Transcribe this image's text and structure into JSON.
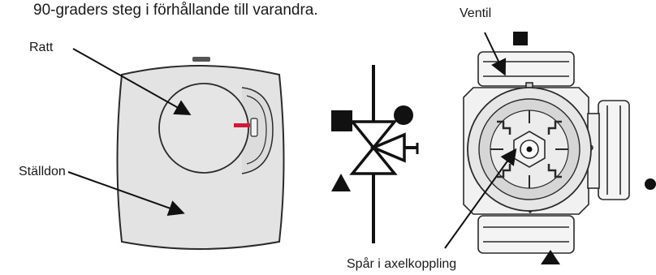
{
  "caption": "90-graders steg i förhållande till varandra.",
  "labels": {
    "ratt": "Ratt",
    "stalldon": "Ställdon",
    "ventil": "Ventil",
    "spar": "Spår i axelkoppling"
  },
  "colors": {
    "indicator": "#d11a3b",
    "body_fill": "#e3e3e3",
    "outline": "#2a2a2a"
  },
  "icons": [
    "square-port-icon",
    "circle-port-icon",
    "triangle-port-icon",
    "three-way-valve-symbol"
  ]
}
